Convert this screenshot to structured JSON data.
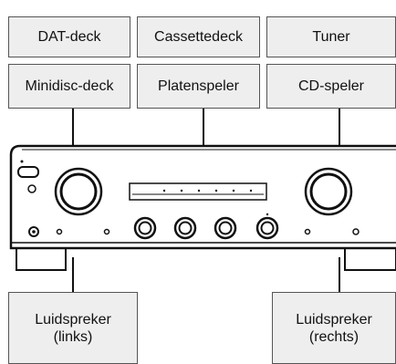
{
  "devices": {
    "dat_deck": "DAT-deck",
    "cassette_deck": "Cassettedeck",
    "tuner": "Tuner",
    "minidisc_deck": "Minidisc-deck",
    "turntable": "Platenspeler",
    "cd_player": "CD-speler"
  },
  "speakers": {
    "left": "Luidspreker\n(links)",
    "right": "Luidspreker\n(rechts)"
  },
  "colors": {
    "box_fill": "#eeeeee",
    "box_border": "#555555",
    "line": "#111111",
    "amplifier_body": "#ffffff"
  },
  "icons": {
    "amplifier": "stereo-amplifier-icon"
  }
}
